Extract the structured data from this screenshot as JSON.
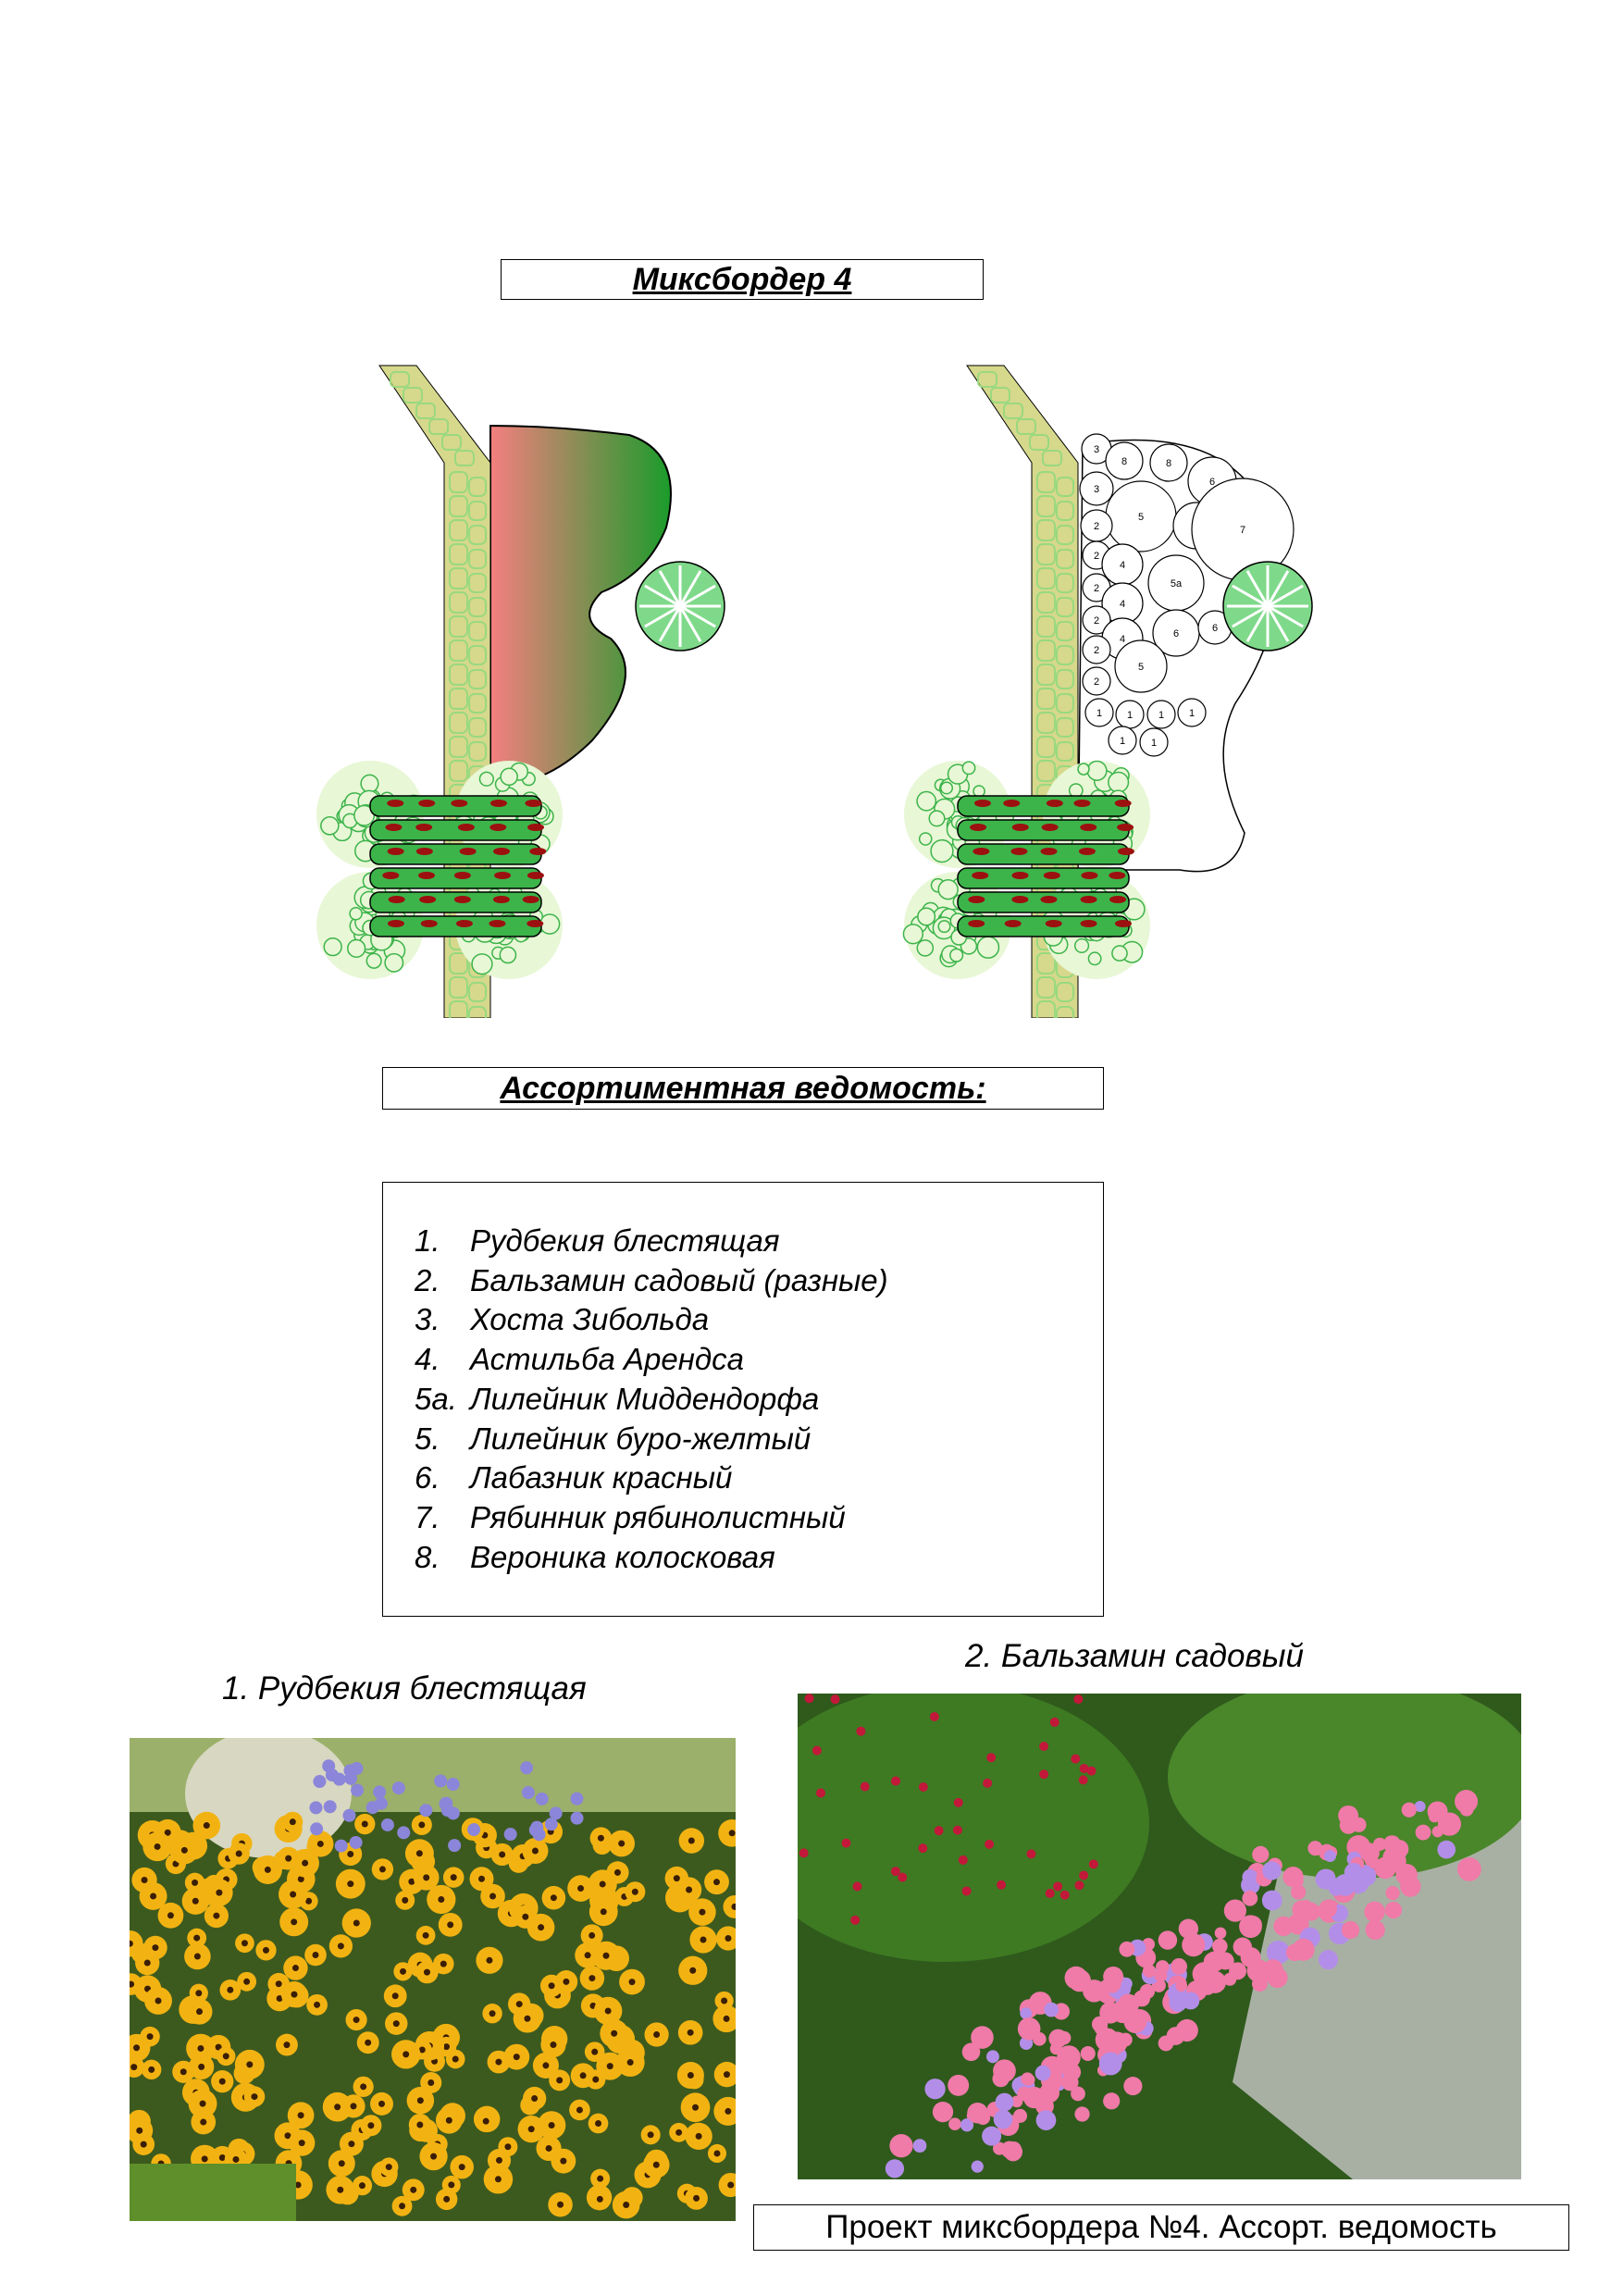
{
  "document": {
    "title": "Миксбордер 4",
    "list_title": "Ассортиментная ведомость:",
    "footer": "Проект миксбордера №4. Ассорт. ведомость"
  },
  "species": [
    {
      "num": "1.",
      "name": "Рудбекия блестящая"
    },
    {
      "num": "2.",
      "name": "Бальзамин садовый (разные)"
    },
    {
      "num": "3.",
      "name": "Хоста Зибольда"
    },
    {
      "num": "4.",
      "name": "Астильба Арендса"
    },
    {
      "num": "5а.",
      "name": "Лилейник Миддендорфа"
    },
    {
      "num": "5.",
      "name": "Лилейник буро-желтый"
    },
    {
      "num": "6.",
      "name": "Лабазник красный"
    },
    {
      "num": "7.",
      "name": "Рябинник рябинолистный"
    },
    {
      "num": "8.",
      "name": "Вероника колосковая"
    }
  ],
  "photos": [
    {
      "caption": "1. Рудбекия блестящая"
    },
    {
      "caption": "2. Бальзамин садовый"
    }
  ],
  "plan_labels": [
    "3",
    "8",
    "8",
    "6",
    "3",
    "5",
    "6",
    "7",
    "2",
    "2",
    "4",
    "5а",
    "2",
    "4",
    "6",
    "6",
    "2",
    "4",
    "2",
    "5",
    "2",
    "1",
    "1",
    "1",
    "1",
    "1",
    "1"
  ],
  "colors": {
    "path_fill": "#d6d88c",
    "path_stone": "#99d97f",
    "bed_green": "#1a9c2a",
    "bed_pink": "#f47f7f",
    "hedge_green": "#3cb44a",
    "hedge_red": "#9c1010",
    "shrub_fill": "#e8f7d6",
    "tree_fill": "#7fd98a"
  }
}
